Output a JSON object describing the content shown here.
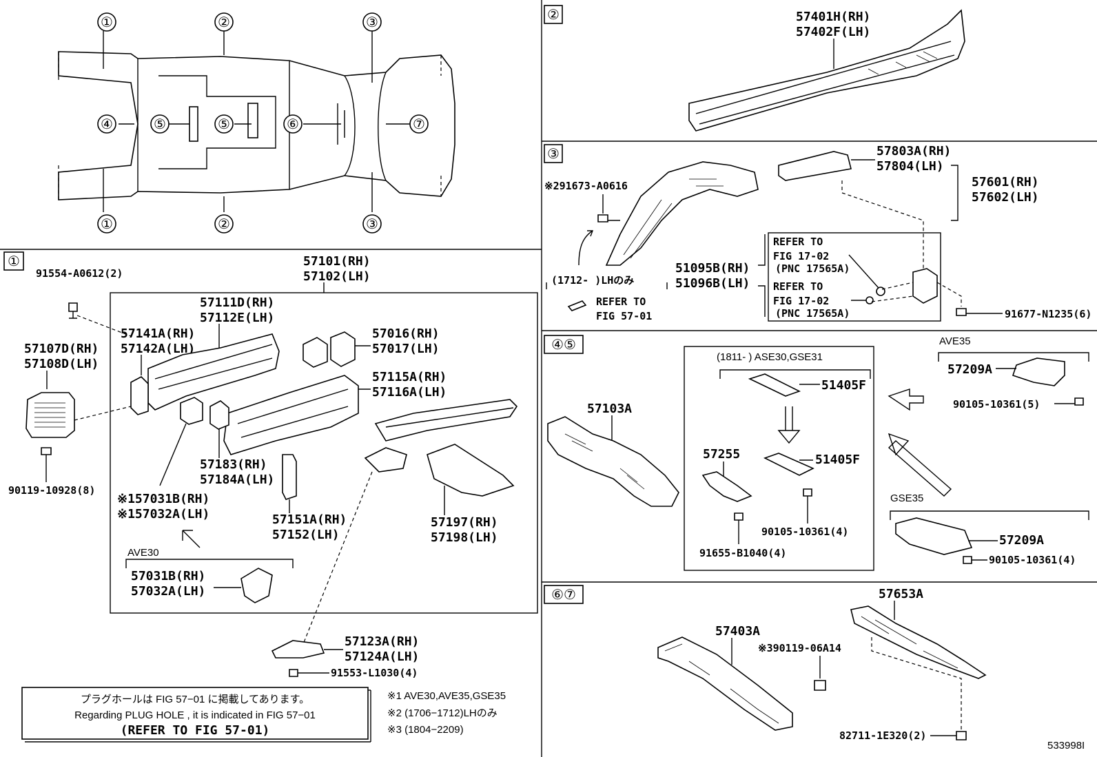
{
  "refs": {
    "r1": "①",
    "r2": "②",
    "r3": "③",
    "r4": "④",
    "r5": "⑤",
    "r6": "⑥",
    "r7": "⑦",
    "r45": "④⑤",
    "r67": "⑥⑦"
  },
  "section1": {
    "p91554": "91554-A0612(2)",
    "p57101": "57101(RH)",
    "p57102": "57102(LH)",
    "p57111": "57111D(RH)",
    "p57112": "57112E(LH)",
    "p57141": "57141A(RH)",
    "p57142": "57142A(LH)",
    "p57107": "57107D(RH)",
    "p57108": "57108D(LH)",
    "p57016": "57016(RH)",
    "p57017": "57017(LH)",
    "p57115": "57115A(RH)",
    "p57116": "57116A(LH)",
    "p57183": "57183(RH)",
    "p57184": "57184A(LH)",
    "p90119": "90119-10928(8)",
    "p57031x": "※157031B(RH)",
    "p57032x": "※157032A(LH)",
    "p57151": "57151A(RH)",
    "p57152": "57152(LH)",
    "p57197": "57197(RH)",
    "p57198": "57198(LH)",
    "ave30": "AVE30",
    "p57031": "57031B(RH)",
    "p57032": "57032A(LH)",
    "p57123": "57123A(RH)",
    "p57124": "57124A(LH)",
    "p91553": "91553-L1030(4)"
  },
  "notice": {
    "jp": "プラグホールは FIG 57−01 に掲載してあります。",
    "en": "Regarding  PLUG  HOLE , it is indicated in FIG 57−01",
    "ref": "(REFER TO FIG 57-01)"
  },
  "footnotes": {
    "n1": "※1 AVE30,AVE35,GSE35",
    "n2": "※2 (1706−1712)LHのみ",
    "n3": "※3 (1804−2209)"
  },
  "section2": {
    "p57401": "57401H(RH)",
    "p57402": "57402F(LH)"
  },
  "section3": {
    "p291673": "※291673-A0616",
    "p57803": "57803A(RH)",
    "p57804": "57804(LH)",
    "p57601": "57601(RH)",
    "p57602": "57602(LH)",
    "p51095": "51095B(RH)",
    "p51096": "51096B(LH)",
    "range": "(1712-        )LHのみ",
    "refer1": "REFER TO",
    "fig1": "FIG 17-02",
    "pnc1": "(PNC 17565A)",
    "refer2": "REFER TO",
    "fig2": "FIG 17-02",
    "pnc2": "(PNC 17565A)",
    "refer3": "REFER TO",
    "fig3": "FIG 57-01",
    "p91677": "91677-N1235(6)"
  },
  "section45": {
    "p57103": "57103A",
    "range": "(1811-        ) ASE30,GSE31",
    "p51405a": "51405F",
    "p51405b": "51405F",
    "p57255": "57255",
    "p90105a": "90105-10361(4)",
    "p91655": "91655-B1040(4)",
    "ave35": "AVE35",
    "p57209a": "57209A",
    "p90105b": "90105-10361(5)",
    "gse35": "GSE35",
    "p57209b": "57209A",
    "p90105c": "90105-10361(4)"
  },
  "section67": {
    "p57653": "57653A",
    "p57403": "57403A",
    "p90119": "※390119-06A14",
    "p82711": "82711-1E320(2)"
  },
  "figure_id": "533998I"
}
